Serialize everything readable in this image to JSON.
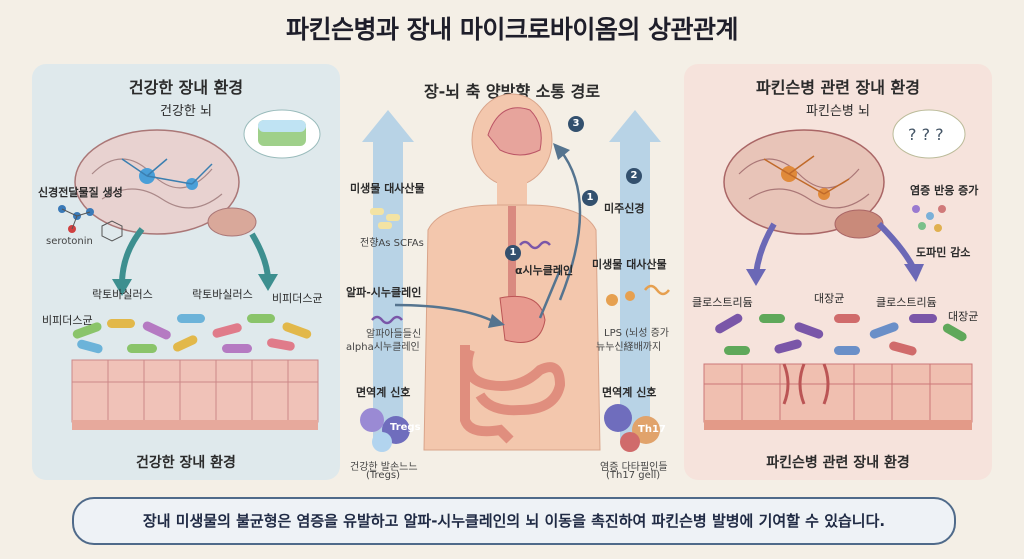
{
  "title": "파킨슨병과 장내 마이크로바이옴의 상관관계",
  "left": {
    "title": "건강한 장내 환경",
    "brain_label": "건강한 뇌",
    "neuro_label": "신경전달물질 생성",
    "serotonin": "serotonin",
    "bacteria": [
      "락토바실러스",
      "비피더스균",
      "락토바실러스",
      "비피더스균"
    ],
    "bottom_label": "건강한 장내 환경"
  },
  "middle": {
    "title": "장-뇌 축 양방향 소통 경로",
    "metabolites": "미생물 대사산물",
    "scfa": "전향As SCFAs",
    "alpha": "알파-시누클레인",
    "alpha_sub1": "알파아들들신",
    "alpha_sub2": "alpha시누클레인",
    "immune": "면역계 신호",
    "tregs_label": "Tregs",
    "tregs_sub1": "건강한 발손느느",
    "tregs_sub2": "(Tregs)",
    "alpha_center": "α시누클레인",
    "vagus": "미주신경",
    "metabolites_right": "미생물 대사산물",
    "lps1": "LPS (뇌성 증가",
    "lps2": "뉴누신経배까지",
    "immune_right": "면역계 신호",
    "th17_label": "Th17",
    "th17_sub1": "염증 다타필인들",
    "th17_sub2": "(Th17 gell)",
    "steps": [
      "1",
      "1",
      "2",
      "3"
    ]
  },
  "right": {
    "title": "파킨슨병 관련 장내 환경",
    "brain_label": "파킨슨병 뇌",
    "inflammation": "염증 반응 증가",
    "dopamine": "도파민 감소",
    "bacteria": [
      "클로스트리듐",
      "대장균",
      "클로스트리듐",
      "대장균"
    ],
    "bottom_label": "파킨슨병 관련 장내 환경"
  },
  "footer": "장내 미생물의 불균형은 염증을 유발하고 알파-시누클레인의 뇌 이동을 촉진하여 파킨슨병 발병에 기여할 수 있습니다.",
  "colors": {
    "left_panel": "#dfe9ec",
    "right_panel": "#f6e3dc",
    "arrow_blue": "#7ea9c9",
    "footer_border": "#4f6a8a"
  }
}
